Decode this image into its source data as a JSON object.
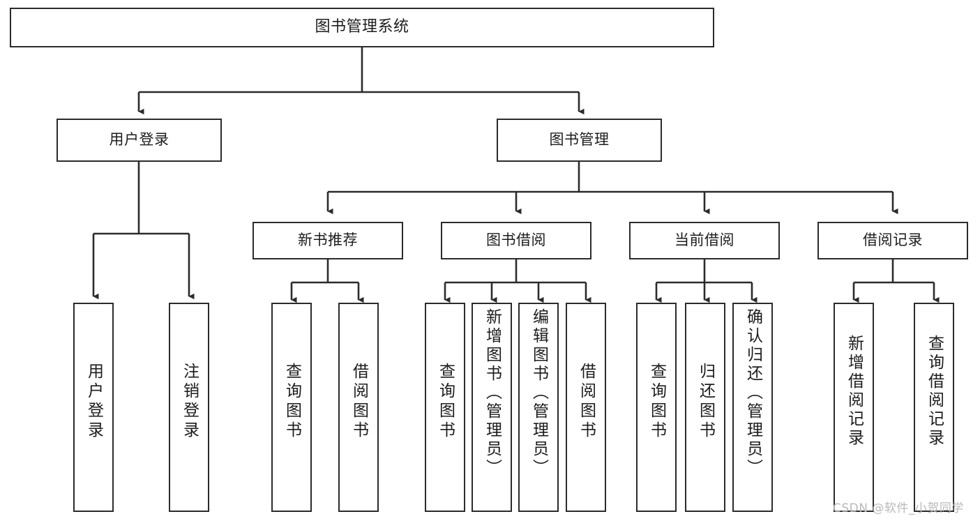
{
  "diagram": {
    "type": "tree-hierarchy",
    "title": "图书管理系统",
    "stroke_color": "#2b2b2b",
    "fill_color": "#ffffff",
    "text_color": "#1c1c1c",
    "watermark": "CSDN @软件_小贺同学",
    "nodes": {
      "root": "图书管理系统",
      "level1": [
        "用户登录",
        "图书管理"
      ],
      "level2": [
        "新书推荐",
        "图书借阅",
        "当前借阅",
        "借阅记录"
      ],
      "leaves": {
        "user_login": [
          "用户登录",
          "注销登录"
        ],
        "new_book_recommend": [
          "查询图书",
          "借阅图书"
        ],
        "book_borrow": [
          "查询图书",
          "新增图书（管理员）",
          "编辑图书（管理员）",
          "借阅图书"
        ],
        "current_borrow": [
          "查询图书",
          "归还图书",
          "确认归还（管理员）"
        ],
        "borrow_record": [
          "新增借阅记录",
          "查询借阅记录"
        ]
      }
    }
  }
}
